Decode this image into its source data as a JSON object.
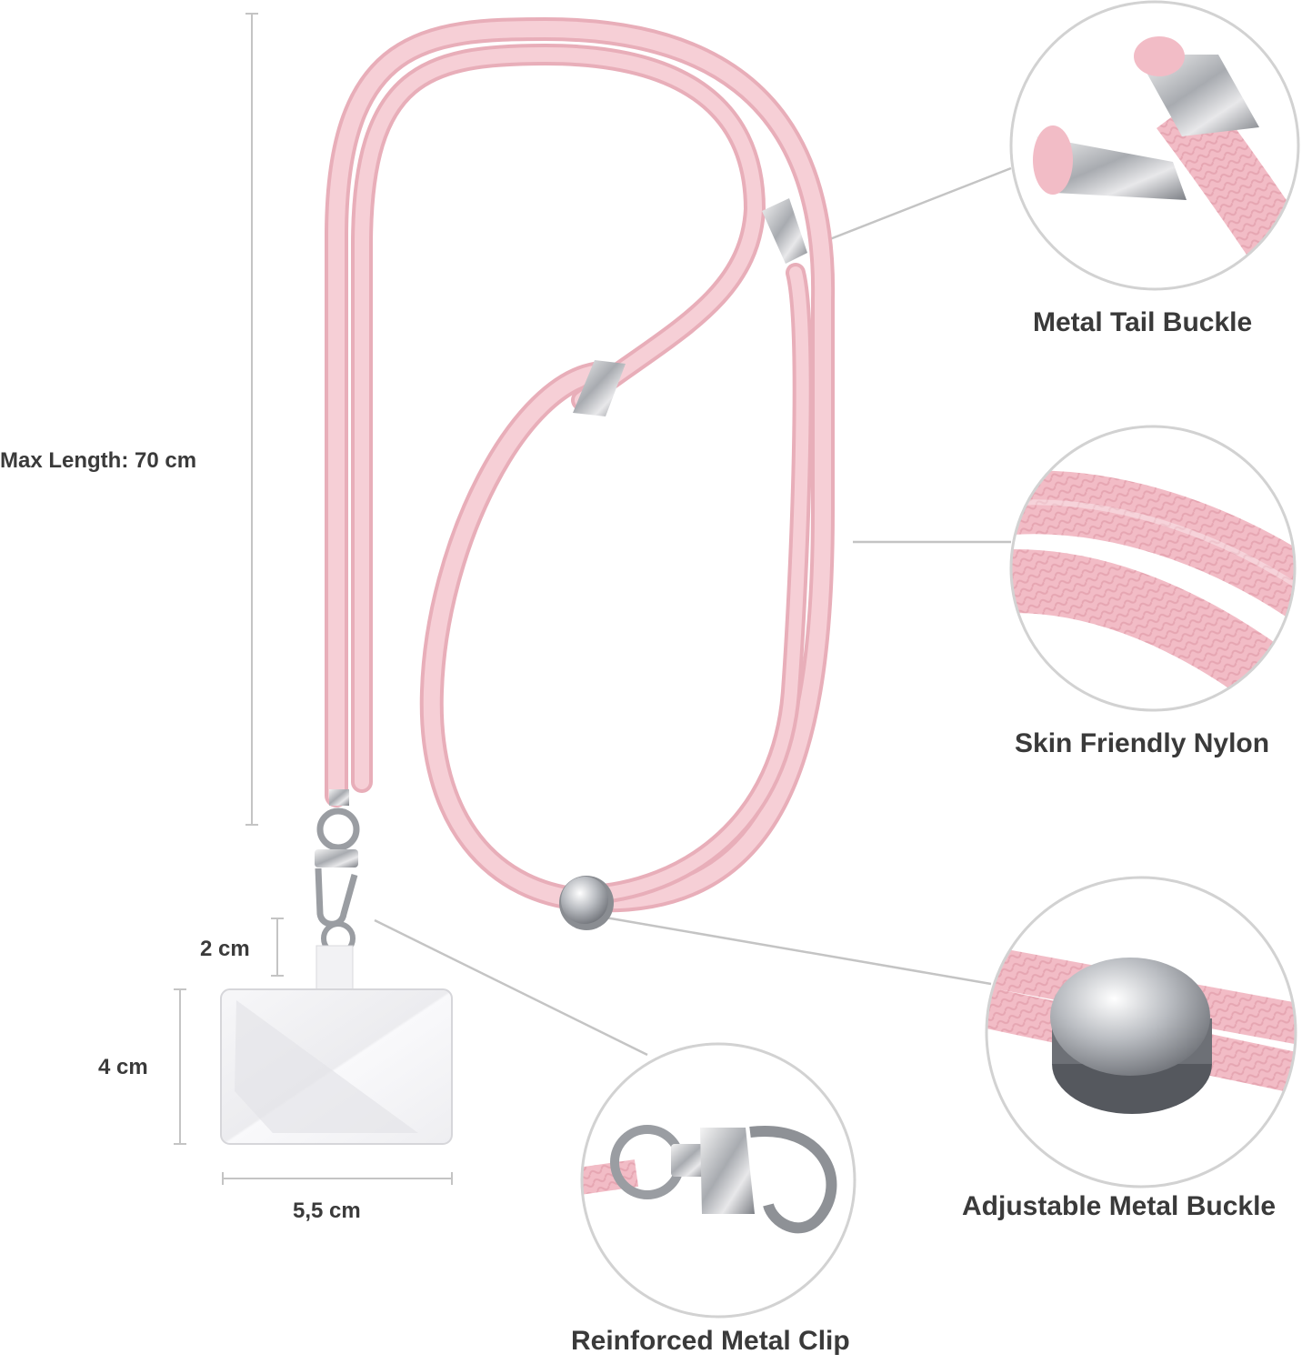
{
  "dimensions": {
    "max_length": "Max Length: 70 cm",
    "tab_height": "2 cm",
    "card_height": "4 cm",
    "card_width": "5,5 cm"
  },
  "features": {
    "tail_buckle": "Metal Tail Buckle",
    "nylon": "Skin Friendly Nylon",
    "adjustable_buckle": "Adjustable Metal Buckle",
    "clip": "Reinforced Metal Clip"
  },
  "colors": {
    "strap_pink": "#f4c8cf",
    "metal": "#c7c9cc",
    "line_gray": "#c4c4c4",
    "text": "#3a3a3a"
  }
}
